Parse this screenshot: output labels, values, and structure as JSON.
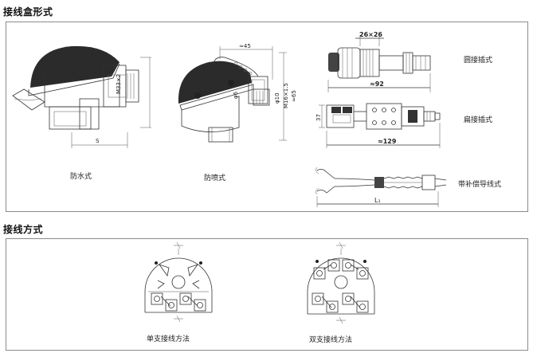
{
  "sections": {
    "box_forms_title": "接线盒形式",
    "wiring_methods_title": "接线方式"
  },
  "box_forms": {
    "waterproof_label": "防水式",
    "spray_label": "防喷式",
    "round_plug_label": "圆接插式",
    "flat_plug_label": "扁接插式",
    "comp_wire_label": "带补偿导线式"
  },
  "dimensions": {
    "d_45": "≈45",
    "d_phi6": "φ6",
    "d_phi10": "φ10",
    "d_m16": "M16×1.5",
    "d_65": "≈65",
    "d_26": "26×26",
    "d_92": "≈92",
    "d_37": "37",
    "d_129": "≈129",
    "d_L1": "L₁",
    "d_thread": "M33×2",
    "d_S": "S"
  },
  "wiring": {
    "single_label": "单支接线方法",
    "double_label": "双支接线方法"
  }
}
